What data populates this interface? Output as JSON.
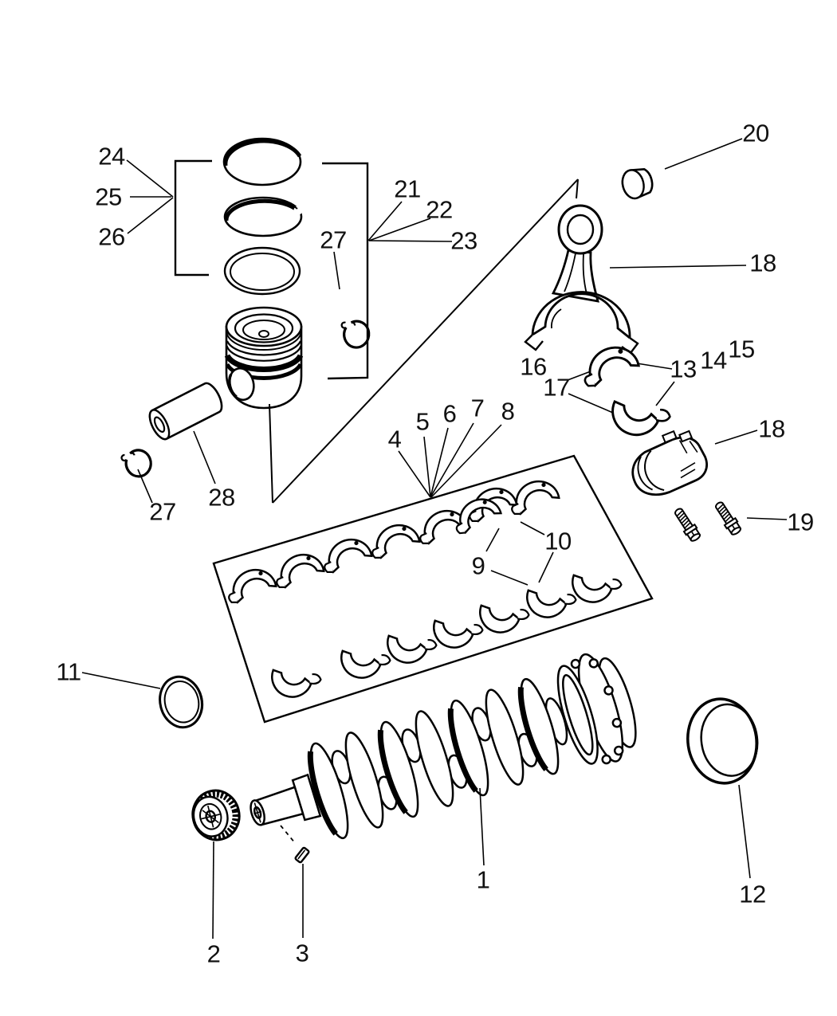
{
  "figure": {
    "background_color": "#ffffff",
    "line_color": "#000000",
    "label_color": "#111111"
  },
  "callouts": [
    {
      "label": "1"
    },
    {
      "label": "2"
    },
    {
      "label": "3"
    },
    {
      "label": "4"
    },
    {
      "label": "5"
    },
    {
      "label": "6"
    },
    {
      "label": "7"
    },
    {
      "label": "8"
    },
    {
      "label": "9"
    },
    {
      "label": "10"
    },
    {
      "label": "11"
    },
    {
      "label": "12"
    },
    {
      "label": "13"
    },
    {
      "label": "14"
    },
    {
      "label": "15"
    },
    {
      "label": "16"
    },
    {
      "label": "17"
    },
    {
      "label": "18"
    },
    {
      "label": "18"
    },
    {
      "label": "19"
    },
    {
      "label": "20"
    },
    {
      "label": "21"
    },
    {
      "label": "22"
    },
    {
      "label": "23"
    },
    {
      "label": "24"
    },
    {
      "label": "25"
    },
    {
      "label": "26"
    },
    {
      "label": "27"
    },
    {
      "label": "27"
    },
    {
      "label": "28"
    }
  ]
}
